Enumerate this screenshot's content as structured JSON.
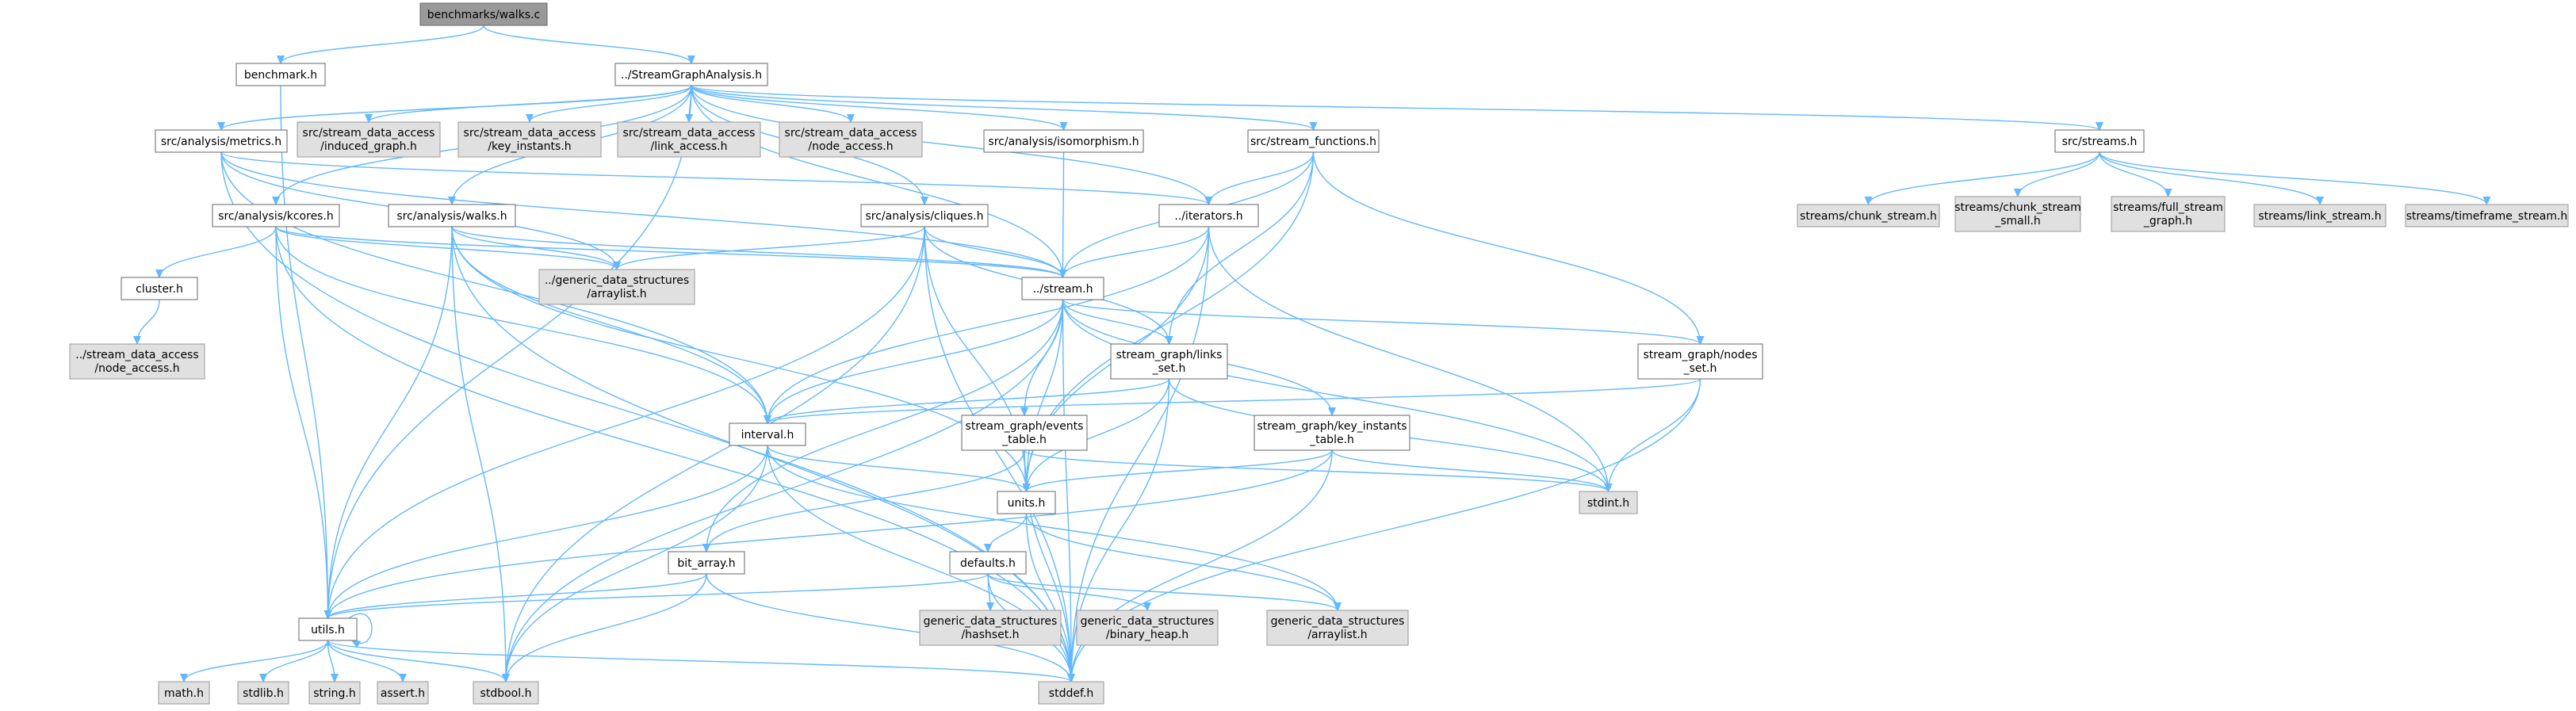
{
  "colors": {
    "edge": "#63b8ff",
    "node_fill": "#ffffff",
    "node_stroke": "#666666",
    "external_fill": "#e0e0e0",
    "external_stroke": "#999999",
    "root_fill": "#999999",
    "root_stroke": "#666666"
  },
  "graph": {
    "nodes": [
      {
        "id": "root",
        "label": "benchmarks/walks.c",
        "kind": "root"
      },
      {
        "id": "benchmark",
        "label": "benchmark.h",
        "kind": "file"
      },
      {
        "id": "sga",
        "label": "../StreamGraphAnalysis.h",
        "kind": "file"
      },
      {
        "id": "metrics",
        "label": "src/analysis/metrics.h",
        "kind": "file"
      },
      {
        "id": "sda_induced",
        "label": "src/stream_data_access\n/induced_graph.h",
        "kind": "external"
      },
      {
        "id": "sda_key",
        "label": "src/stream_data_access\n/key_instants.h",
        "kind": "external"
      },
      {
        "id": "sda_link",
        "label": "src/stream_data_access\n/link_access.h",
        "kind": "external"
      },
      {
        "id": "sda_node",
        "label": "src/stream_data_access\n/node_access.h",
        "kind": "external"
      },
      {
        "id": "iso",
        "label": "src/analysis/isomorphism.h",
        "kind": "file"
      },
      {
        "id": "sfunc",
        "label": "src/stream_functions.h",
        "kind": "file"
      },
      {
        "id": "streams",
        "label": "src/streams.h",
        "kind": "file"
      },
      {
        "id": "kcores",
        "label": "src/analysis/kcores.h",
        "kind": "file"
      },
      {
        "id": "walks",
        "label": "src/analysis/walks.h",
        "kind": "file"
      },
      {
        "id": "cliques",
        "label": "src/analysis/cliques.h",
        "kind": "file"
      },
      {
        "id": "iterators",
        "label": "../iterators.h",
        "kind": "file"
      },
      {
        "id": "chunk",
        "label": "streams/chunk_stream.h",
        "kind": "external"
      },
      {
        "id": "chunk_small",
        "label": "streams/chunk_stream\n_small.h",
        "kind": "external"
      },
      {
        "id": "full",
        "label": "streams/full_stream\n_graph.h",
        "kind": "external"
      },
      {
        "id": "linkstream",
        "label": "streams/link_stream.h",
        "kind": "external"
      },
      {
        "id": "timeframe",
        "label": "streams/timeframe_stream.h",
        "kind": "external"
      },
      {
        "id": "cluster",
        "label": "cluster.h",
        "kind": "file"
      },
      {
        "id": "gds_arraylist1",
        "label": "../generic_data_structures\n/arraylist.h",
        "kind": "external"
      },
      {
        "id": "stream",
        "label": "../stream.h",
        "kind": "file"
      },
      {
        "id": "sda_node2",
        "label": "../stream_data_access\n/node_access.h",
        "kind": "external"
      },
      {
        "id": "links_set",
        "label": "stream_graph/links\n_set.h",
        "kind": "file"
      },
      {
        "id": "nodes_set",
        "label": "stream_graph/nodes\n_set.h",
        "kind": "file"
      },
      {
        "id": "interval",
        "label": "interval.h",
        "kind": "file"
      },
      {
        "id": "events",
        "label": "stream_graph/events\n_table.h",
        "kind": "file"
      },
      {
        "id": "keyinst",
        "label": "stream_graph/key_instants\n_table.h",
        "kind": "file"
      },
      {
        "id": "units",
        "label": "units.h",
        "kind": "file"
      },
      {
        "id": "stdint",
        "label": "stdint.h",
        "kind": "external"
      },
      {
        "id": "bitarray",
        "label": "bit_array.h",
        "kind": "file"
      },
      {
        "id": "defaults",
        "label": "defaults.h",
        "kind": "file"
      },
      {
        "id": "gds_hashset",
        "label": "generic_data_structures\n/hashset.h",
        "kind": "external"
      },
      {
        "id": "gds_binheap",
        "label": "generic_data_structures\n/binary_heap.h",
        "kind": "external"
      },
      {
        "id": "gds_arraylist2",
        "label": "generic_data_structures\n/arraylist.h",
        "kind": "external"
      },
      {
        "id": "utils",
        "label": "utils.h",
        "kind": "file"
      },
      {
        "id": "math",
        "label": "math.h",
        "kind": "external"
      },
      {
        "id": "stdlib",
        "label": "stdlib.h",
        "kind": "external"
      },
      {
        "id": "string",
        "label": "string.h",
        "kind": "external"
      },
      {
        "id": "assert",
        "label": "assert.h",
        "kind": "external"
      },
      {
        "id": "stdbool",
        "label": "stdbool.h",
        "kind": "external"
      },
      {
        "id": "stddef",
        "label": "stddef.h",
        "kind": "external"
      }
    ],
    "edges": [
      [
        "root",
        "benchmark"
      ],
      [
        "root",
        "sga"
      ],
      [
        "benchmark",
        "utils"
      ],
      [
        "sga",
        "metrics"
      ],
      [
        "sga",
        "sda_induced"
      ],
      [
        "sga",
        "sda_key"
      ],
      [
        "sga",
        "sda_link"
      ],
      [
        "sga",
        "sda_node"
      ],
      [
        "sga",
        "iso"
      ],
      [
        "sga",
        "sfunc"
      ],
      [
        "sga",
        "streams"
      ],
      [
        "sga",
        "kcores"
      ],
      [
        "sga",
        "walks"
      ],
      [
        "sga",
        "cliques"
      ],
      [
        "sga",
        "iterators"
      ],
      [
        "sga",
        "stream"
      ],
      [
        "sga",
        "utils"
      ],
      [
        "metrics",
        "gds_arraylist1"
      ],
      [
        "metrics",
        "stream"
      ],
      [
        "metrics",
        "interval"
      ],
      [
        "metrics",
        "stddef"
      ],
      [
        "metrics",
        "iterators"
      ],
      [
        "iso",
        "stream"
      ],
      [
        "sfunc",
        "iterators"
      ],
      [
        "sfunc",
        "stream"
      ],
      [
        "sfunc",
        "links_set"
      ],
      [
        "sfunc",
        "nodes_set"
      ],
      [
        "sfunc",
        "units"
      ],
      [
        "streams",
        "chunk"
      ],
      [
        "streams",
        "chunk_small"
      ],
      [
        "streams",
        "full"
      ],
      [
        "streams",
        "linkstream"
      ],
      [
        "streams",
        "timeframe"
      ],
      [
        "kcores",
        "cluster"
      ],
      [
        "kcores",
        "gds_arraylist1"
      ],
      [
        "kcores",
        "stream"
      ],
      [
        "kcores",
        "interval"
      ],
      [
        "kcores",
        "utils"
      ],
      [
        "kcores",
        "stddef"
      ],
      [
        "walks",
        "gds_arraylist1"
      ],
      [
        "walks",
        "stream"
      ],
      [
        "walks",
        "interval"
      ],
      [
        "walks",
        "units"
      ],
      [
        "walks",
        "utils"
      ],
      [
        "walks",
        "stdbool"
      ],
      [
        "walks",
        "stddef"
      ],
      [
        "cliques",
        "gds_arraylist1"
      ],
      [
        "cliques",
        "stream"
      ],
      [
        "cliques",
        "links_set"
      ],
      [
        "cliques",
        "units"
      ],
      [
        "cliques",
        "utils"
      ],
      [
        "cliques",
        "stdbool"
      ],
      [
        "cliques",
        "stddef"
      ],
      [
        "iterators",
        "stream"
      ],
      [
        "iterators",
        "interval"
      ],
      [
        "iterators",
        "units"
      ],
      [
        "iterators",
        "stdint"
      ],
      [
        "iterators",
        "stddef"
      ],
      [
        "cluster",
        "sda_node2"
      ],
      [
        "stream",
        "links_set"
      ],
      [
        "stream",
        "nodes_set"
      ],
      [
        "stream",
        "events"
      ],
      [
        "stream",
        "keyinst"
      ],
      [
        "stream",
        "interval"
      ],
      [
        "stream",
        "units"
      ],
      [
        "stream",
        "bitarray"
      ],
      [
        "stream",
        "stdint"
      ],
      [
        "stream",
        "stdbool"
      ],
      [
        "stream",
        "stddef"
      ],
      [
        "links_set",
        "interval"
      ],
      [
        "links_set",
        "units"
      ],
      [
        "links_set",
        "stdint"
      ],
      [
        "links_set",
        "stddef"
      ],
      [
        "nodes_set",
        "interval"
      ],
      [
        "nodes_set",
        "stdint"
      ],
      [
        "nodes_set",
        "stddef"
      ],
      [
        "events",
        "units"
      ],
      [
        "events",
        "bitarray"
      ],
      [
        "events",
        "stdint"
      ],
      [
        "events",
        "stddef"
      ],
      [
        "keyinst",
        "units"
      ],
      [
        "keyinst",
        "utils"
      ],
      [
        "keyinst",
        "stdint"
      ],
      [
        "keyinst",
        "stddef"
      ],
      [
        "interval",
        "units"
      ],
      [
        "interval",
        "utils"
      ],
      [
        "interval",
        "gds_arraylist2"
      ],
      [
        "interval",
        "stdbool"
      ],
      [
        "interval",
        "stddef"
      ],
      [
        "units",
        "defaults"
      ],
      [
        "units",
        "gds_arraylist2"
      ],
      [
        "units",
        "stddef"
      ],
      [
        "bitarray",
        "utils"
      ],
      [
        "bitarray",
        "stdbool"
      ],
      [
        "bitarray",
        "stddef"
      ],
      [
        "defaults",
        "utils"
      ],
      [
        "defaults",
        "gds_hashset"
      ],
      [
        "defaults",
        "gds_binheap"
      ],
      [
        "defaults",
        "gds_arraylist2"
      ],
      [
        "defaults",
        "stddef"
      ],
      [
        "utils",
        "utils"
      ],
      [
        "utils",
        "math"
      ],
      [
        "utils",
        "stdlib"
      ],
      [
        "utils",
        "string"
      ],
      [
        "utils",
        "assert"
      ],
      [
        "utils",
        "stdbool"
      ],
      [
        "utils",
        "stddef"
      ]
    ]
  }
}
